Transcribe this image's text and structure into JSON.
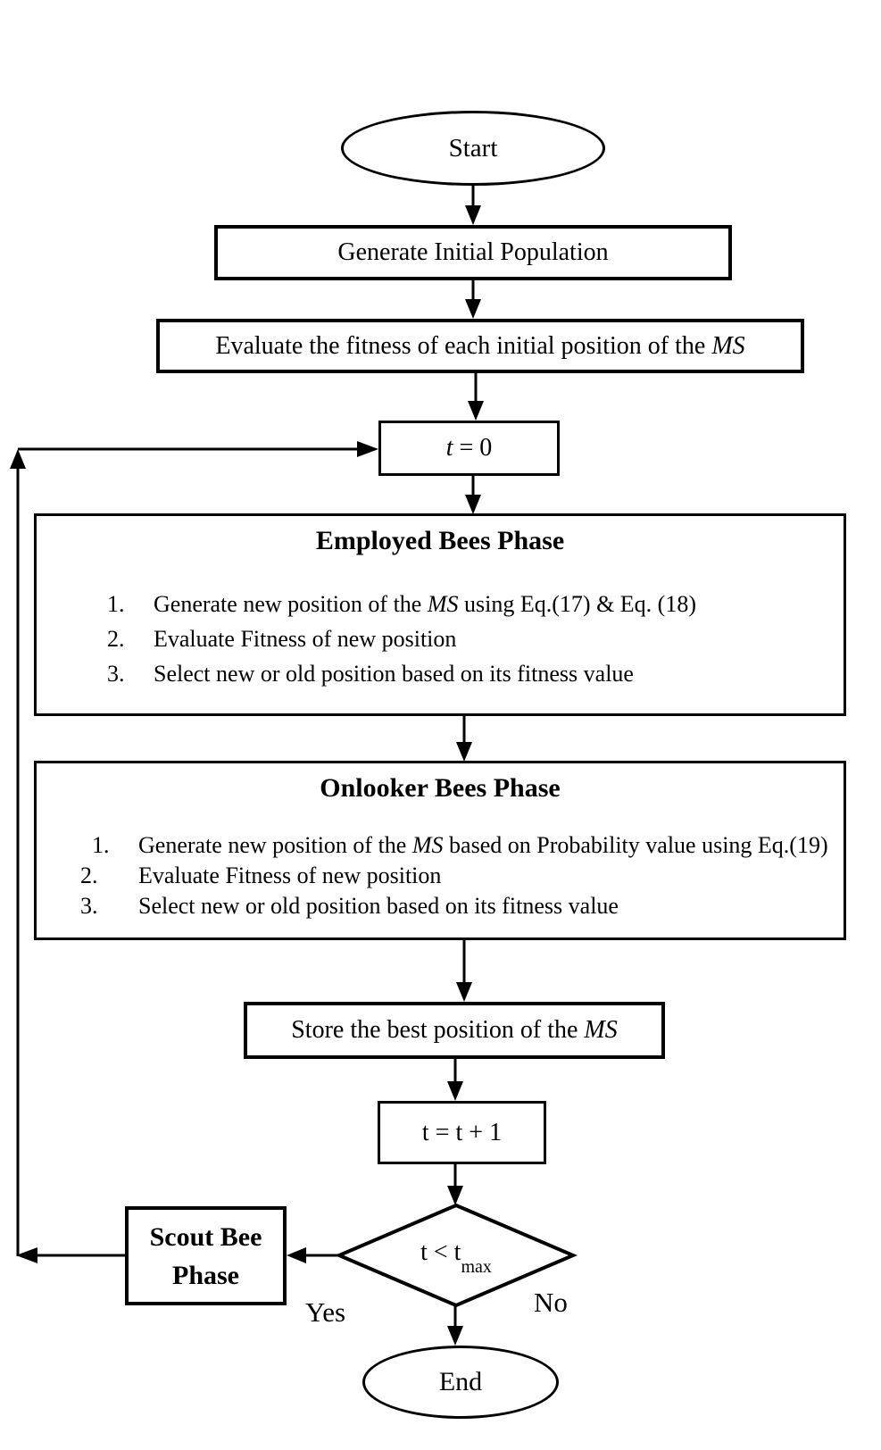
{
  "flowchart": {
    "start": "Start",
    "generate": "Generate Initial Population",
    "evaluate": {
      "pre": "Evaluate the fitness of each initial position of the ",
      "it": "MS"
    },
    "t0": {
      "it": "t",
      "rest": " = 0"
    },
    "employed": {
      "title": "Employed Bees Phase",
      "items": [
        {
          "num": "1.",
          "pre": "Generate new position of the ",
          "it": "MS",
          "post": " using Eq.(17) & Eq. (18)"
        },
        {
          "num": "2.",
          "pre": "Evaluate Fitness of new position",
          "it": "",
          "post": ""
        },
        {
          "num": "3.",
          "pre": "Select new or old position based on its fitness value",
          "it": "",
          "post": ""
        }
      ]
    },
    "onlooker": {
      "title": "Onlooker Bees Phase",
      "items": [
        {
          "num": "1.",
          "pre": "Generate new position of the ",
          "it": "MS",
          "post": " based on Probability value using Eq.(19)"
        },
        {
          "num": "2.",
          "pre": "Evaluate Fitness of new position",
          "it": "",
          "post": ""
        },
        {
          "num": "3.",
          "pre": "Select new or old position based on its fitness value",
          "it": "",
          "post": ""
        }
      ]
    },
    "store": {
      "pre": "Store the best position of the ",
      "it": "MS"
    },
    "increment": "t = t + 1",
    "decision": {
      "pre": "t < t",
      "sub": "max"
    },
    "scout": {
      "line1": "Scout Bee",
      "line2": "Phase"
    },
    "labels": {
      "yes": "Yes",
      "no": "No"
    },
    "end": "End"
  },
  "colors": {
    "stroke": "#000000",
    "background": "#ffffff"
  }
}
